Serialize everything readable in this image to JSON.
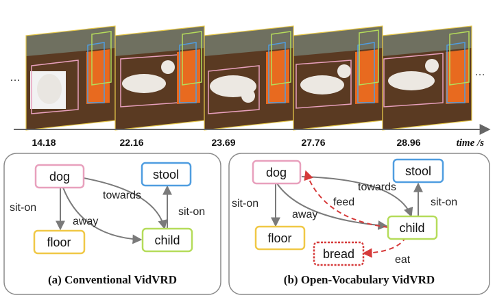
{
  "timeline": {
    "ellipsis": "…",
    "axis_label": "time /s",
    "timestamps": [
      "14.18",
      "22.16",
      "23.69",
      "27.76",
      "28.96"
    ]
  },
  "panel_a": {
    "caption": "(a) Conventional VidVRD",
    "nodes": {
      "dog": "dog",
      "stool": "stool",
      "floor": "floor",
      "child": "child"
    },
    "edges": {
      "sit_on_left": "sit-on",
      "towards": "towards",
      "away": "away",
      "sit_on_right": "sit-on"
    }
  },
  "panel_b": {
    "caption": "(b) Open-Vocabulary VidVRD",
    "nodes": {
      "dog": "dog",
      "stool": "stool",
      "floor": "floor",
      "child": "child",
      "bread": "bread"
    },
    "edges": {
      "sit_on_left": "sit-on",
      "towards": "towards",
      "away": "away",
      "sit_on_right": "sit-on",
      "feed": "feed",
      "eat": "eat"
    }
  },
  "colors": {
    "dog": "#e8a0bd",
    "stool": "#4f9de0",
    "floor": "#f0c846",
    "child": "#b5dc5a",
    "bread": "#d63a3a",
    "arrow": "#7a7a7a",
    "novel_arrow": "#d63a3a"
  }
}
